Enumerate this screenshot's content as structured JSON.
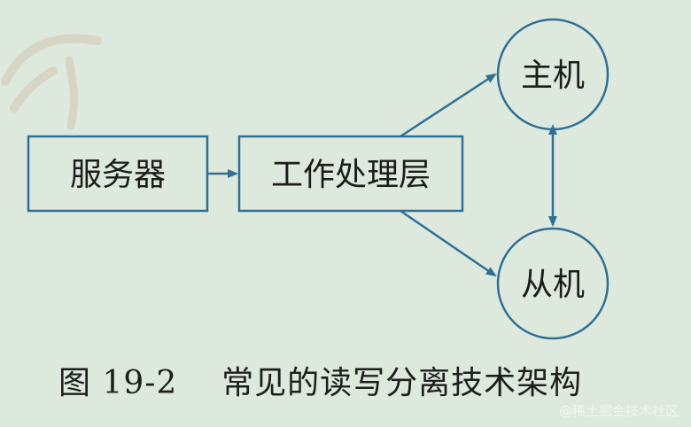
{
  "nodes": {
    "server": "服务器",
    "work_layer": "工作处理层",
    "master": "主机",
    "slave": "从机"
  },
  "caption": {
    "text": "图 19-2    常见的读写分离技术架构"
  },
  "watermark": {
    "text": "@稀土掘金技术社区"
  },
  "colors": {
    "background": "#dde9dc",
    "stroke": "#2f6f96",
    "text": "#1c1c1c"
  },
  "icons": {
    "arrow": "arrow-right-icon",
    "double_arrow": "double-arrow-vertical-icon"
  }
}
